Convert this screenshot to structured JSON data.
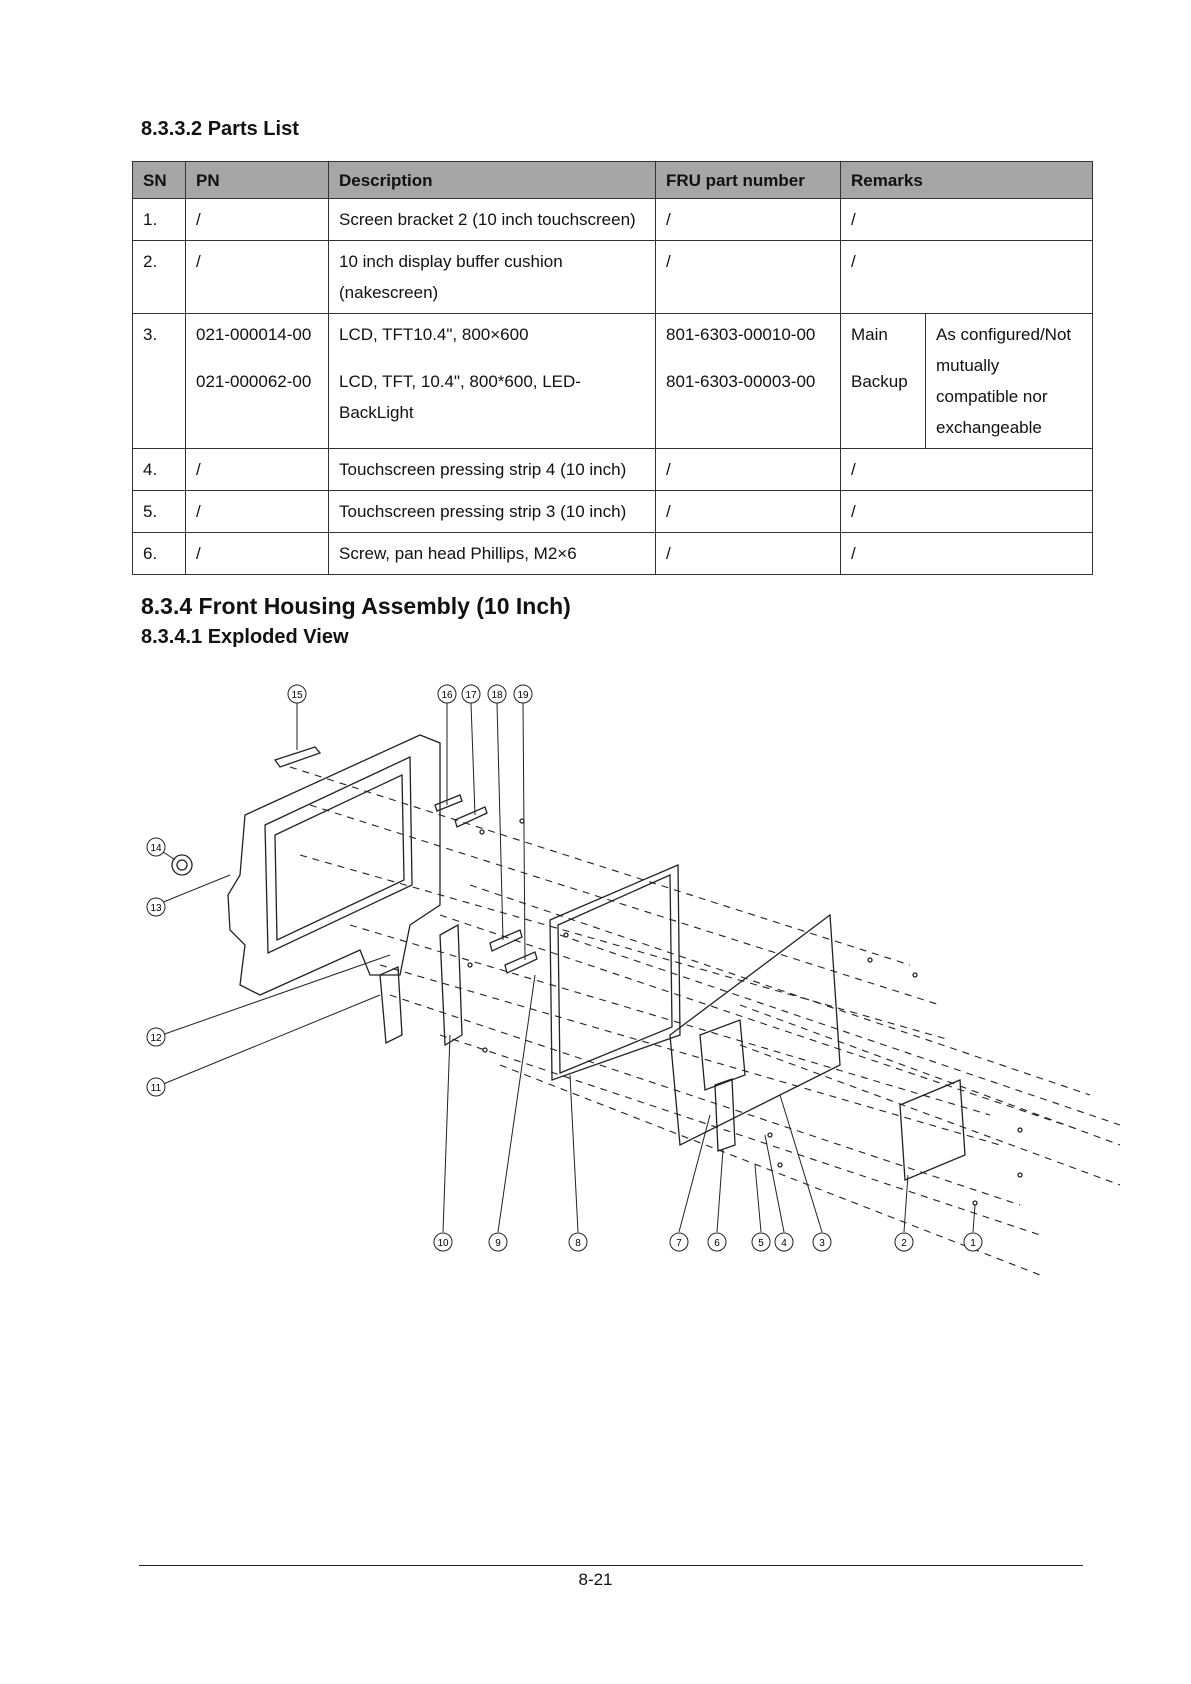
{
  "sections": {
    "parts_list_heading": "8.3.3.2 Parts List",
    "assembly_heading": "8.3.4 Front Housing Assembly (10 Inch)",
    "exploded_view_heading": "8.3.4.1 Exploded View"
  },
  "table": {
    "headers": {
      "sn": "SN",
      "pn": "PN",
      "description": "Description",
      "fru": "FRU part number",
      "remarks": "Remarks"
    },
    "rows": [
      {
        "sn": "1.",
        "pn": "/",
        "description": "Screen bracket 2 (10 inch touchscreen)",
        "fru": "/",
        "remarks": "/"
      },
      {
        "sn": "2.",
        "pn": "/",
        "description": "10 inch display buffer cushion (nakescreen)",
        "fru": "/",
        "remarks": "/"
      },
      {
        "sn": "3.",
        "pn": "021-000014-00",
        "description": "LCD, TFT10.4\", 800×600",
        "fru": "801-6303-00010-00",
        "remarks": "Main",
        "note": "As configured/Not mutually compatible nor exchangeable"
      },
      {
        "pn": "021-000062-00",
        "description": "LCD, TFT, 10.4\", 800*600, LED-BackLight",
        "fru": "801-6303-00003-00",
        "remarks": "Backup"
      },
      {
        "sn": "4.",
        "pn": "/",
        "description": "Touchscreen pressing strip 4 (10 inch)",
        "fru": "/",
        "remarks": "/"
      },
      {
        "sn": "5.",
        "pn": "/",
        "description": "Touchscreen pressing strip 3 (10 inch)",
        "fru": "/",
        "remarks": "/"
      },
      {
        "sn": "6.",
        "pn": "/",
        "description": "Screw, pan head Phillips, M2×6",
        "fru": "/",
        "remarks": "/"
      }
    ]
  },
  "diagram": {
    "callouts": [
      "1",
      "2",
      "3",
      "4",
      "5",
      "6",
      "7",
      "8",
      "9",
      "10",
      "11",
      "12",
      "13",
      "14",
      "15",
      "16",
      "17",
      "18",
      "19"
    ]
  },
  "footer": {
    "page_number": "8-21"
  }
}
